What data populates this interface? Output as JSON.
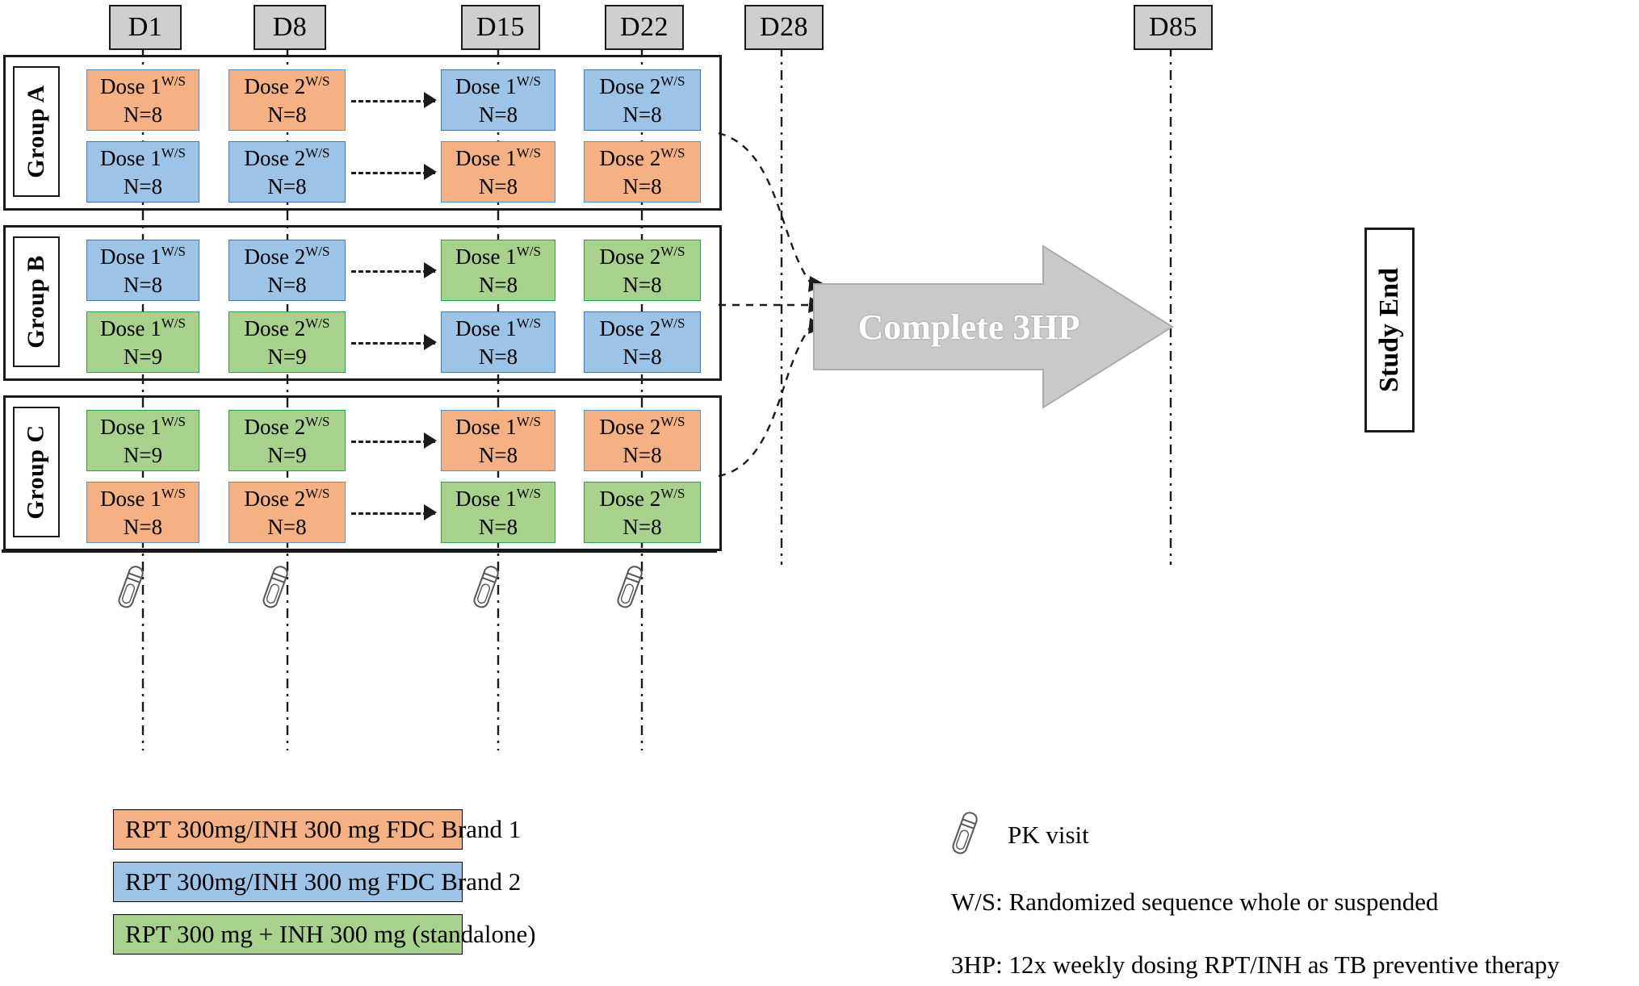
{
  "figure": {
    "title": "Clinical trial dosing schema — RPT/INH 3HP crossover study",
    "colors": {
      "orange": "#F5B183",
      "blue": "#9DC3E6",
      "green": "#A9D18E",
      "chip_gray": "#CFCFCF",
      "arrow_gray": "#C9C9C9",
      "outline": "#1A1A1A"
    }
  },
  "timeline": {
    "days": [
      {
        "label": "D1"
      },
      {
        "label": "D8"
      },
      {
        "label": "D15"
      },
      {
        "label": "D22"
      },
      {
        "label": "D28"
      },
      {
        "label": "D85"
      }
    ]
  },
  "groups": [
    {
      "label": "Group A",
      "rows": [
        {
          "cells": [
            {
              "dose": "Dose 1",
              "sup": "W/S",
              "n": "N=8",
              "color": "orange"
            },
            {
              "dose": "Dose 2",
              "sup": "W/S",
              "n": "N=8",
              "color": "orange"
            },
            {
              "dose": "Dose 1",
              "sup": "W/S",
              "n": "N=8",
              "color": "blue"
            },
            {
              "dose": "Dose 2",
              "sup": "W/S",
              "n": "N=8",
              "color": "blue"
            }
          ]
        },
        {
          "cells": [
            {
              "dose": "Dose 1",
              "sup": "W/S",
              "n": "N=8",
              "color": "blue"
            },
            {
              "dose": "Dose 2",
              "sup": "W/S",
              "n": "N=8",
              "color": "blue"
            },
            {
              "dose": "Dose 1",
              "sup": "W/S",
              "n": "N=8",
              "color": "orange"
            },
            {
              "dose": "Dose 2",
              "sup": "W/S",
              "n": "N=8",
              "color": "orange"
            }
          ]
        }
      ]
    },
    {
      "label": "Group B",
      "rows": [
        {
          "cells": [
            {
              "dose": "Dose 1",
              "sup": "W/S",
              "n": "N=8",
              "color": "blue"
            },
            {
              "dose": "Dose 2",
              "sup": "W/S",
              "n": "N=8",
              "color": "blue"
            },
            {
              "dose": "Dose 1",
              "sup": "W/S",
              "n": "N=8",
              "color": "green"
            },
            {
              "dose": "Dose 2",
              "sup": "W/S",
              "n": "N=8",
              "color": "green"
            }
          ]
        },
        {
          "cells": [
            {
              "dose": "Dose 1",
              "sup": "W/S",
              "n": "N=9",
              "color": "green"
            },
            {
              "dose": "Dose 2",
              "sup": "W/S",
              "n": "N=9",
              "color": "green"
            },
            {
              "dose": "Dose 1",
              "sup": "W/S",
              "n": "N=8",
              "color": "blue"
            },
            {
              "dose": "Dose 2",
              "sup": "W/S",
              "n": "N=8",
              "color": "blue"
            }
          ]
        }
      ]
    },
    {
      "label": "Group C",
      "rows": [
        {
          "cells": [
            {
              "dose": "Dose 1",
              "sup": "W/S",
              "n": "N=9",
              "color": "green"
            },
            {
              "dose": "Dose 2",
              "sup": "W/S",
              "n": "N=9",
              "color": "green"
            },
            {
              "dose": "Dose 1",
              "sup": "W/S",
              "n": "N=8",
              "color": "orange"
            },
            {
              "dose": "Dose 2",
              "sup": "W/S",
              "n": "N=8",
              "color": "orange"
            }
          ]
        },
        {
          "cells": [
            {
              "dose": "Dose 1",
              "sup": "W/S",
              "n": "N=8",
              "color": "orange"
            },
            {
              "dose": "Dose 2",
              "sup": "W/S",
              "n": "N=8",
              "color": "orange"
            },
            {
              "dose": "Dose 1",
              "sup": "W/S",
              "n": "N=8",
              "color": "green"
            },
            {
              "dose": "Dose 2",
              "sup": "W/S",
              "n": "N=8",
              "color": "green"
            }
          ]
        }
      ]
    }
  ],
  "complete_arrow": {
    "label": "Complete 3HP"
  },
  "study_end": {
    "label": "Study End"
  },
  "pk_visits": {
    "icon": "test-tube-icon",
    "count": 4
  },
  "legend": [
    {
      "label": "RPT 300mg/INH 300 mg FDC Brand 1",
      "color": "orange"
    },
    {
      "label": "RPT 300mg/INH 300 mg FDC Brand 2",
      "color": "blue"
    },
    {
      "label": "RPT 300 mg + INH 300 mg (standalone)",
      "color": "green"
    }
  ],
  "notes": [
    {
      "icon": "test-tube-icon",
      "text": "PK visit"
    },
    {
      "icon": "",
      "text": "W/S: Randomized sequence whole or suspended"
    },
    {
      "icon": "",
      "text": "3HP: 12x weekly dosing RPT/INH as TB preventive therapy"
    }
  ]
}
